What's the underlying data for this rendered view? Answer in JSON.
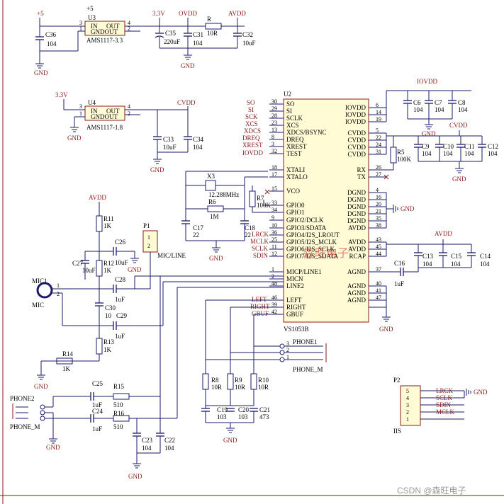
{
  "nets": {
    "v5": "+5",
    "v33": "3.3V",
    "ovdd": "OVDD",
    "avdd": "AVDD",
    "cvdd": "CVDD",
    "iovdd": "IOVDD",
    "gnd": "GND"
  },
  "u3": {
    "ref": "U3",
    "name": "AMS1117-3.3",
    "in": "IN",
    "out": "OUT",
    "gnd": "GNDOUT",
    "p3": "3",
    "p4": "4",
    "p1": "1",
    "p2": "2"
  },
  "u4": {
    "ref": "U4",
    "name": "AMS1117-1.8",
    "in": "IN",
    "out": "OUT",
    "gnd": "GNDOUT",
    "p3": "3",
    "p4": "4",
    "p1": "1",
    "p2": "2"
  },
  "u2": {
    "ref": "U2",
    "name": "VS1053B",
    "left": [
      [
        "SO",
        "30"
      ],
      [
        "SI",
        "29"
      ],
      [
        "SCLK",
        "28"
      ],
      [
        "XCS",
        "23"
      ],
      [
        "XDCS/BSYNC",
        "13"
      ],
      [
        "DREQ",
        "8"
      ],
      [
        "XREST",
        "3"
      ],
      [
        "TEST",
        "32"
      ],
      [
        "XTALI",
        "18"
      ],
      [
        "XTALO",
        "17"
      ],
      [
        "VCO",
        "15"
      ],
      [
        "GPIO0",
        "33"
      ],
      [
        "GPIO1",
        "34"
      ],
      [
        "GPIO2/DCLK",
        "9"
      ],
      [
        "GPIO3/SDATA",
        "10"
      ],
      [
        "GPIO4/I2S_LROUT",
        "36"
      ],
      [
        "GPIO5/I2S_MCLK",
        "25"
      ],
      [
        "GPIO6/I2S_SCLK",
        "11"
      ],
      [
        "GPIO7/I2S_SDATA",
        "12"
      ],
      [
        "MICP/LINE1",
        "1"
      ],
      [
        "MICN",
        "2"
      ],
      [
        "LINE2",
        "48"
      ],
      [
        "LEFT",
        "46"
      ],
      [
        "RIGHT",
        "39"
      ],
      [
        "GBUF",
        "42"
      ]
    ],
    "right": [
      [
        "IOVDD",
        "6"
      ],
      [
        "IOVDD",
        "14"
      ],
      [
        "IOVDD",
        "19"
      ],
      [
        "CVDD",
        "5"
      ],
      [
        "CVDD",
        "22"
      ],
      [
        "CVDD",
        "24"
      ],
      [
        "CVDD",
        "31"
      ],
      [
        "RX",
        "26"
      ],
      [
        "TX",
        "27"
      ],
      [
        "DGND",
        "4"
      ],
      [
        "DGND",
        "16"
      ],
      [
        "DGND",
        "20"
      ],
      [
        "DGND",
        "21"
      ],
      [
        "DGND",
        "35"
      ],
      [
        "AVDD",
        "38"
      ],
      [
        "AVDD",
        "43"
      ],
      [
        "AVDD",
        "45"
      ],
      [
        "RCAP",
        "44"
      ],
      [
        "AGND",
        "37"
      ],
      [
        "AGND",
        "40"
      ],
      [
        "AGND",
        "41"
      ],
      [
        "AGND",
        "47"
      ]
    ]
  },
  "signals": {
    "so": "SO",
    "si": "SI",
    "sck": "SCK",
    "xcs": "XCS",
    "xdcs": "XDCS",
    "dreq": "DREQ",
    "xrest": "XREST",
    "iovdd": "IOVDD",
    "lrck": "LRCK",
    "mclk": "MCLK",
    "sclk": "SCLK",
    "sdin": "SDIN",
    "left": "LEFT",
    "right": "RIGHT",
    "gbuf": "GBUF"
  },
  "parts": {
    "C36": {
      "ref": "C36",
      "val": "104"
    },
    "C35": {
      "ref": "C35",
      "val": "220uF"
    },
    "C31": {
      "ref": "C31",
      "val": "104"
    },
    "C32": {
      "ref": "C32",
      "val": "10uF"
    },
    "R": {
      "ref": "R",
      "val": "10R"
    },
    "C33": {
      "ref": "C33",
      "val": "10uF"
    },
    "C34": {
      "ref": "C34",
      "val": "104"
    },
    "C6": {
      "ref": "C6",
      "val": "104"
    },
    "C7": {
      "ref": "C7",
      "val": "104"
    },
    "C8": {
      "ref": "C8",
      "val": "104"
    },
    "C9": {
      "ref": "C9",
      "val": "104"
    },
    "C10": {
      "ref": "C10",
      "val": "104"
    },
    "C11": {
      "ref": "C11",
      "val": "104"
    },
    "C12": {
      "ref": "C12",
      "val": "104"
    },
    "R5": {
      "ref": "R5",
      "val": "100K"
    },
    "X3": {
      "ref": "X3",
      "val": "12.288MHz"
    },
    "R6": {
      "ref": "R6",
      "val": "1M"
    },
    "R7": {
      "ref": "R7",
      "val": "100K"
    },
    "C17": {
      "ref": "C17",
      "val": "22"
    },
    "C18": {
      "ref": "C18",
      "val": "22"
    },
    "C13": {
      "ref": "C13",
      "val": "104"
    },
    "C15": {
      "ref": "C15",
      "val": "104"
    },
    "C14": {
      "ref": "C14",
      "val": "104"
    },
    "C16": {
      "ref": "C16",
      "val": "1uF"
    },
    "R11": {
      "ref": "R11",
      "val": "1K"
    },
    "R12": {
      "ref": "R12",
      "val": "1K"
    },
    "R13": {
      "ref": "R13",
      "val": "1K"
    },
    "R14": {
      "ref": "R14",
      "val": "1K"
    },
    "C27": {
      "ref": "C27",
      "val": "10uF"
    },
    "C26": {
      "ref": "C26",
      "val": "10uF"
    },
    "C28": {
      "ref": "C28",
      "val": "1uF"
    },
    "C30": {
      "ref": "C30",
      "val": "10"
    },
    "C29": {
      "ref": "C29",
      "val": "1uF"
    },
    "P1": {
      "ref": "P1",
      "val": "MIC/LINE"
    },
    "MIC1": {
      "ref": "MIC1",
      "val": "MIC"
    },
    "C25": {
      "ref": "C25",
      "val": "1uF"
    },
    "C24": {
      "ref": "C24",
      "val": "1uF"
    },
    "R15": {
      "ref": "R15",
      "val": "510"
    },
    "R16": {
      "ref": "R16",
      "val": "510"
    },
    "C23": {
      "ref": "C23",
      "val": "104"
    },
    "C22": {
      "ref": "C22",
      "val": "104"
    },
    "R8": {
      "ref": "R8",
      "val": "10R"
    },
    "R9": {
      "ref": "R9",
      "val": "10R"
    },
    "R10": {
      "ref": "R10",
      "val": "10R"
    },
    "C19": {
      "ref": "C19",
      "val": "103"
    },
    "C20": {
      "ref": "C20",
      "val": "103"
    },
    "C21": {
      "ref": "C21",
      "val": "473"
    },
    "PHONE1": {
      "ref": "PHONE1",
      "val": "PHONE_M"
    },
    "PHONE2": {
      "ref": "PHONE2",
      "val": "PHONE_M"
    },
    "P2": {
      "ref": "P2",
      "val": "IIS"
    }
  },
  "p2pins": [
    [
      "5",
      "LRCK"
    ],
    [
      "4",
      "SCLK"
    ],
    [
      "3",
      "SDIN"
    ],
    [
      "2",
      "MCLK"
    ],
    [
      "1",
      ""
    ]
  ],
  "overlay": "森旺电子",
  "watermark": "CSDN @森旺电子"
}
